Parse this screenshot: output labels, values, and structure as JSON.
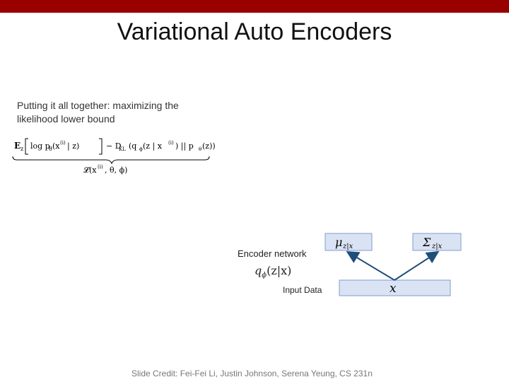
{
  "slide": {
    "title": "Variational Auto Encoders",
    "intro_text": "Putting it all together: maximizing the likelihood lower bound",
    "credit": "Slide Credit: Fei-Fei Li, Justin Johnson, Serena Yeung, CS 231n"
  },
  "formula": {
    "expectation": "E",
    "expectation_sub": "z",
    "log_term": "log p",
    "log_sub": "θ",
    "log_arg": "(x",
    "log_sup": "(i)",
    "log_tail": " | z)",
    "kl": "− D",
    "kl_sub": "KL",
    "kl_arg": "(q",
    "kl_arg_sub": "ϕ",
    "kl_mid": "(z | x",
    "kl_sup": "(i)",
    "kl_tail": ") || p",
    "kl_tail_sub": "θ",
    "kl_end": "(z))",
    "bound": "𝓛(x",
    "bound_sup": "(i)",
    "bound_tail": ", θ, ϕ)"
  },
  "diagram": {
    "encoder_label": "Encoder network",
    "encoder_math": "q",
    "encoder_math_sub": "ϕ",
    "encoder_math_tail": "(z|x)",
    "input_label": "Input Data",
    "input_box": "x",
    "mu_box": "μ",
    "mu_sub": "z|x",
    "sigma_box": "Σ",
    "sigma_sub": "z|x",
    "colors": {
      "box_fill": "#dae3f3",
      "box_stroke": "#7f9ccf",
      "arrow": "#1f4e79",
      "top_bar": "#990000"
    }
  }
}
